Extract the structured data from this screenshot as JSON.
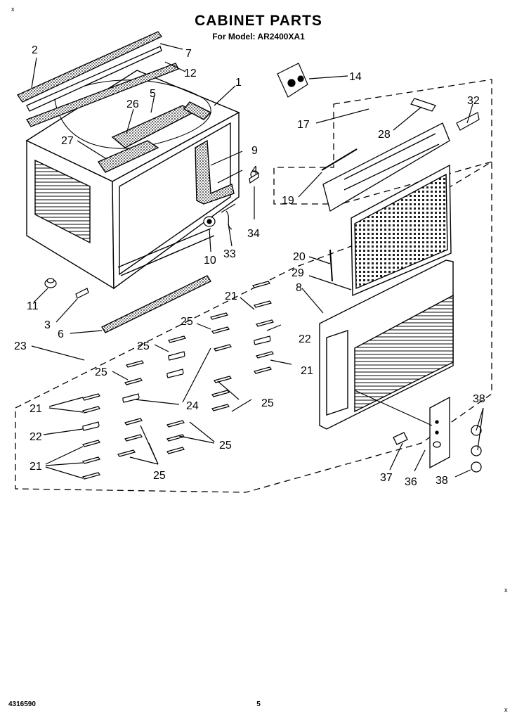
{
  "header": {
    "title": "CABINET PARTS",
    "subtitle": "For Model: AR2400XA1"
  },
  "footer": {
    "part_number": "4316590",
    "page_number": "5"
  },
  "marks": {
    "x": "x"
  },
  "callouts": {
    "c2": "2",
    "c7": "7",
    "c12": "12",
    "c1": "1",
    "c5": "5",
    "c26": "26",
    "c27": "27",
    "c9": "9",
    "c4": "4",
    "c10": "10",
    "c33": "33",
    "c34": "34",
    "c11": "11",
    "c3": "3",
    "c6": "6",
    "c23": "23",
    "c14": "14",
    "c17": "17",
    "c28": "28",
    "c32": "32",
    "c19": "19",
    "c20": "20",
    "c29": "29",
    "c8": "8",
    "c21a": "21",
    "c21b": "21",
    "c21c": "21",
    "c21d": "21",
    "c25a": "25",
    "c25b": "25",
    "c25c": "25",
    "c25d": "25",
    "c25e": "25",
    "c25f": "25",
    "c22a": "22",
    "c22b": "22",
    "c24": "24",
    "c38a": "38",
    "c38b": "38",
    "c37": "37",
    "c36": "36"
  }
}
